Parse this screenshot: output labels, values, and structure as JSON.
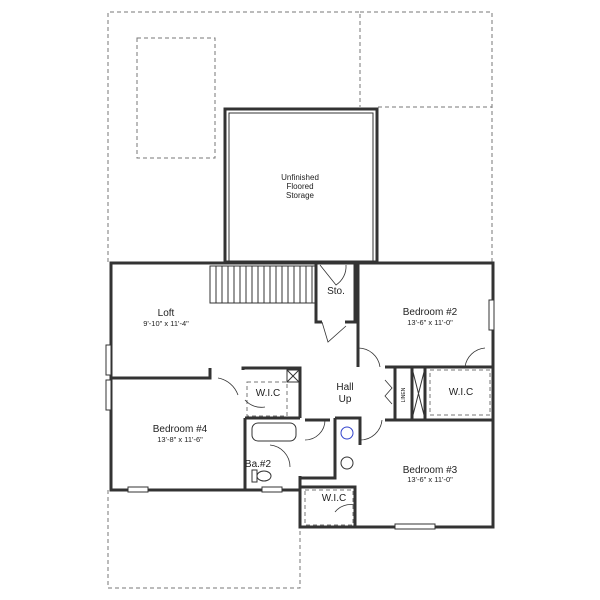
{
  "plan": {
    "storage": {
      "line1": "Unfinished",
      "line2": "Floored",
      "line3": "Storage"
    },
    "loft": {
      "name": "Loft",
      "dims": "9'-10\" x 11'-4\""
    },
    "storage_closet": {
      "name": "Sto."
    },
    "bedroom2": {
      "name": "Bedroom #2",
      "dims": "13'-6\" x 11'-0\""
    },
    "hall": {
      "line1": "Hall",
      "line2": "Up"
    },
    "bedroom4": {
      "name": "Bedroom #4",
      "dims": "13'-8\" x 11'-6\""
    },
    "bath2": {
      "name": "Ba.#2"
    },
    "bedroom3": {
      "name": "Bedroom #3",
      "dims": "13'-6\" x 11'-0\""
    },
    "wic_bed4": {
      "name": "W.I.C"
    },
    "wic_bed2": {
      "name": "W.I.C"
    },
    "wic_bed3": {
      "name": "W.I.C"
    },
    "linen": {
      "name": "LINEN"
    },
    "colors": {
      "walls": "#333333",
      "dashed": "#777777",
      "sink_accent": "#3344cc"
    }
  }
}
